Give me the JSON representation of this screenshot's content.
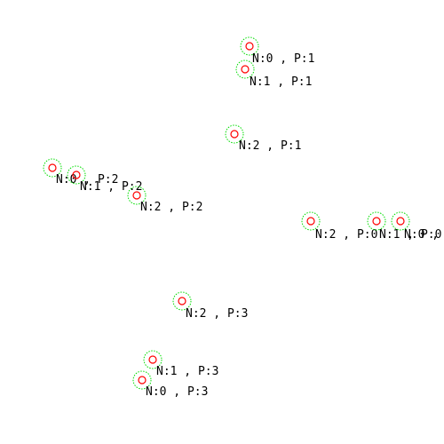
{
  "colors": {
    "background": "#ffffff",
    "outer_ring": "#00dd00",
    "inner_ring": "#ff0000",
    "label": "#000000"
  },
  "nodes": [
    {
      "label": "N:0 , P:1"
    },
    {
      "label": "N:1 , P:1"
    },
    {
      "label": "N:2 , P:1"
    },
    {
      "label": "N:0 , P:2"
    },
    {
      "label": "N:1 , P:2"
    },
    {
      "label": "N:2 , P:2"
    },
    {
      "label": "N:2 , P:0"
    },
    {
      "label": "N:1 , P:0"
    },
    {
      "label": "N:0 , P:0"
    },
    {
      "label": "N:2 , P:3"
    },
    {
      "label": "N:1 , P:3"
    },
    {
      "label": "N:0 , P:3"
    }
  ]
}
